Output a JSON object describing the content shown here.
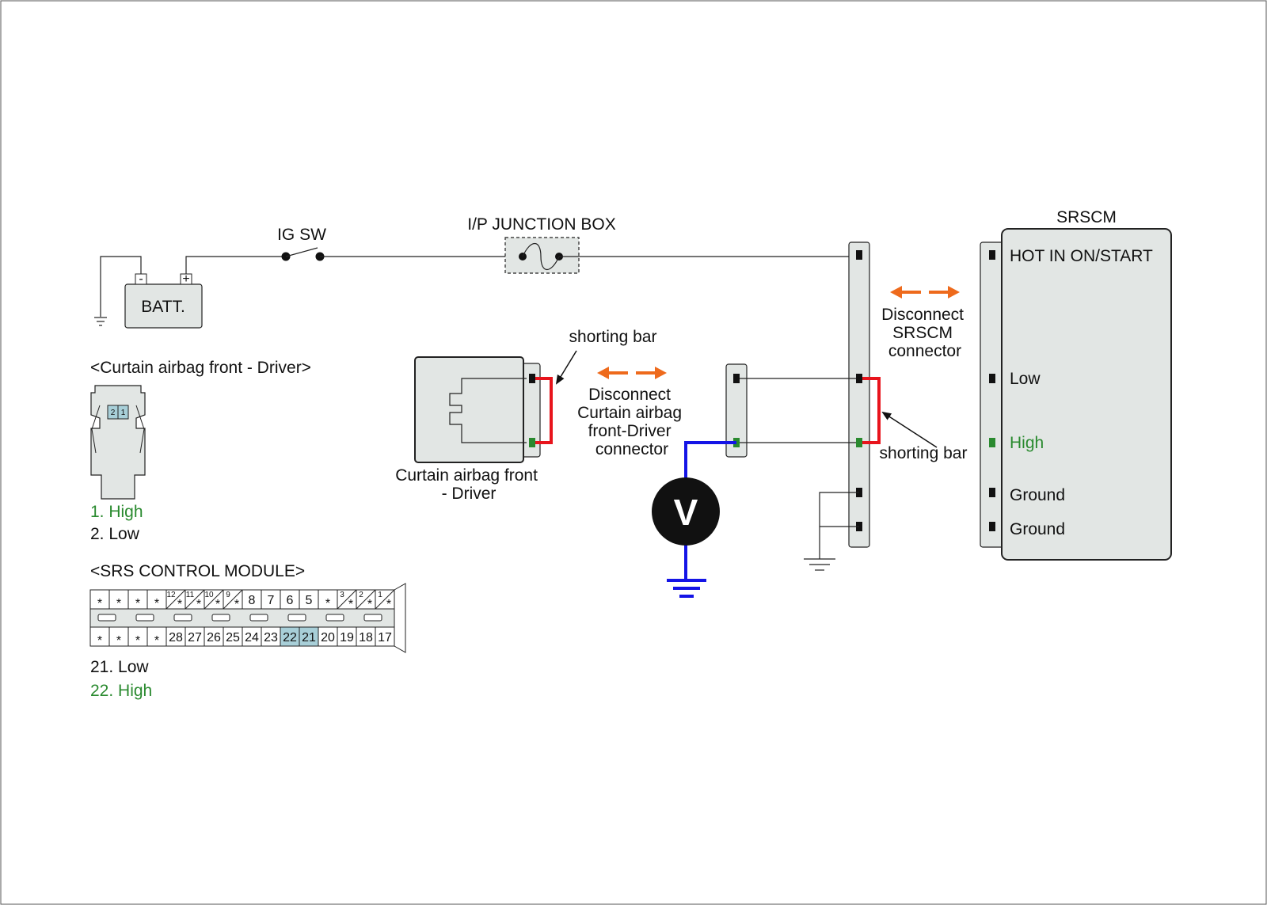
{
  "colors": {
    "line": "#1a1a1a",
    "connector_fill": "#e2e6e4",
    "shorting_bar": "#e8141c",
    "meter_wire": "#1414e6",
    "arrow": "#ee6a1c",
    "green": "#2a8a2f",
    "pin_highlight": "#a8cfd8"
  },
  "labels": {
    "ig_sw": "IG SW",
    "junction_box": "I/P JUNCTION BOX",
    "battery": "BATT.",
    "batt_minus": "-",
    "batt_plus": "+",
    "srscm_title": "SRSCM",
    "srscm_hot": "HOT IN ON/START",
    "srscm_low": "Low",
    "srscm_high": "High",
    "srscm_ground1": "Ground",
    "srscm_ground2": "Ground",
    "disconnect_srscm": [
      "Disconnect",
      "SRSCM",
      "connector"
    ],
    "shorting_bar_top": "shorting bar",
    "shorting_bar_right": "shorting bar",
    "disconnect_curtain": [
      "Disconnect",
      "Curtain airbag",
      "front-Driver",
      "connector"
    ],
    "airbag_name": [
      "Curtain airbag front",
      "- Driver"
    ],
    "voltmeter": "V"
  },
  "icons": [
    "battery-icon",
    "ground-icon",
    "fuse-icon",
    "switch-icon",
    "voltmeter-icon",
    "double-arrow-icon"
  ],
  "legend_curtain": {
    "title": "<Curtain airbag front - Driver>",
    "pin_a": "2",
    "pin_b": "1",
    "items": [
      {
        "text": "1. High",
        "green": true
      },
      {
        "text": "2. Low",
        "green": false
      }
    ]
  },
  "legend_srs": {
    "title": "<SRS CONTROL MODULE>",
    "top_row": [
      "*",
      "*",
      "*",
      "*",
      "12",
      "11",
      "10",
      "9",
      "8",
      "7",
      "6",
      "5",
      "*",
      "3",
      "2",
      "1"
    ],
    "top_row_starred": [
      false,
      false,
      false,
      false,
      true,
      true,
      true,
      true,
      false,
      false,
      false,
      false,
      false,
      true,
      true,
      true
    ],
    "bottom_row": [
      "*",
      "*",
      "*",
      "*",
      "28",
      "27",
      "26",
      "25",
      "24",
      "23",
      "22",
      "21",
      "20",
      "19",
      "18",
      "17"
    ],
    "bottom_row_highlight": [
      false,
      false,
      false,
      false,
      false,
      false,
      false,
      false,
      false,
      false,
      true,
      true,
      false,
      false,
      false,
      false
    ],
    "items": [
      {
        "text": "21. Low",
        "green": false
      },
      {
        "text": "22. High",
        "green": true
      }
    ]
  }
}
